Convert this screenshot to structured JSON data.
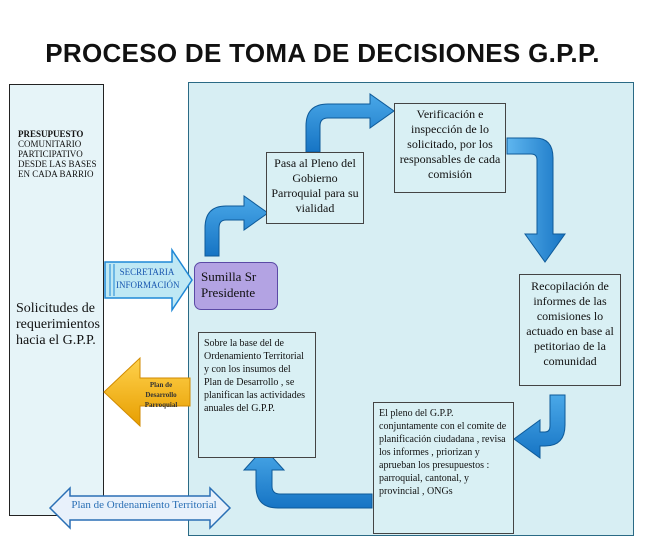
{
  "title": "PROCESO DE TOMA DE DECISIONES G.P.P.",
  "left_panel": {
    "heading": "PRESUPUESTO",
    "subtext": "COMUNITARIO PARTICIPATIVO DESDE LAS BASES EN CADA BARRIO",
    "requests": "Solicitudes de requerimientos hacia el G.P.P."
  },
  "arrows": {
    "secretaria": "SECRETARIA INFORMACIÓN",
    "plan_desarrollo": "Plan de Desarrollo Parroquial",
    "plan_ordenamiento": "Plan de Ordenamiento Territorial"
  },
  "boxes": {
    "sumilla": "Sumilla Sr Presidente",
    "pleno": "Pasa al Pleno del Gobierno Parroquial para su vialidad",
    "verificacion": "Verificación e inspección de lo solicitado, por los responsables de cada comisión",
    "recopilacion": "Recopilación de informes de las comisiones lo actuado en base al petitoriao de la comunidad",
    "pleno_gpp": "El pleno del G.P.P. conjuntamente con el comite de planificación ciudadana , revisa los informes , priorizan y aprueban los presupuestos : parroquial, cantonal, y provincial , ONGs",
    "sobre_base": "Sobre la base del de Ordenamiento Territorial y con los insumos del Plan de Desarrollo , se planifican las actividades anuales del G.P.P."
  },
  "colors": {
    "flow_arrow": "#1f88d6",
    "panel_bg": "#d7eef3",
    "sumilla_bg": "#b3a3e3",
    "gold_arrow": "#f4b400"
  }
}
